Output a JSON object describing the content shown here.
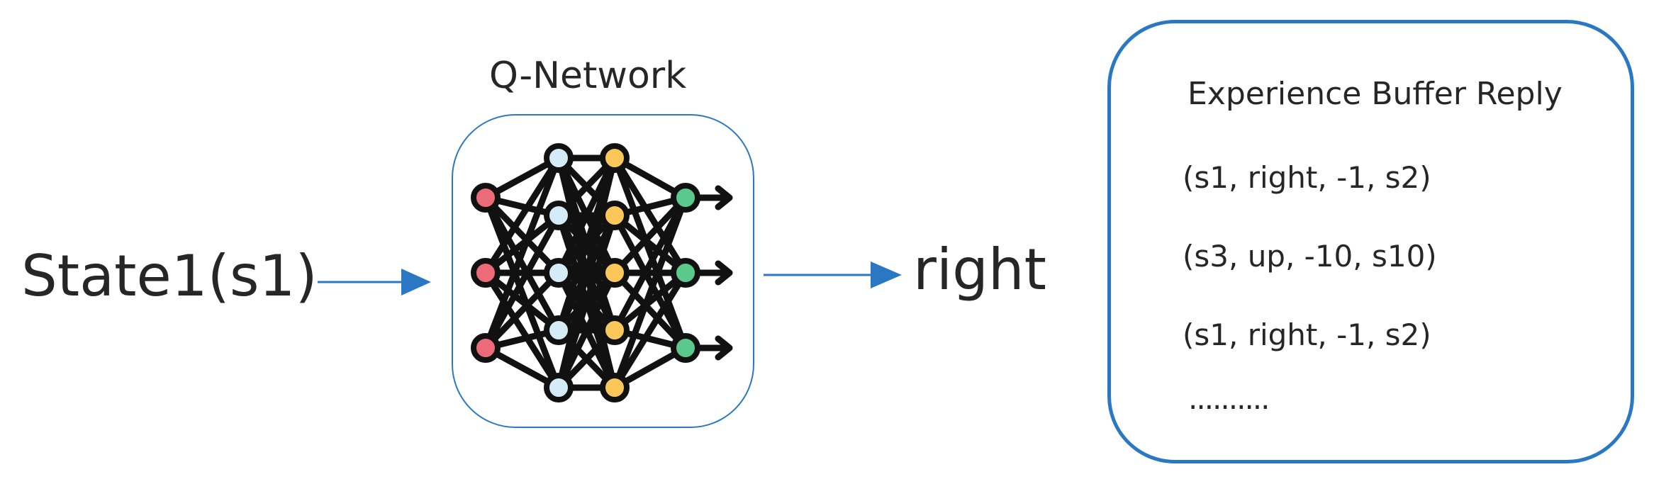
{
  "input": {
    "label": "State1(s1)"
  },
  "network": {
    "title": "Q-Network",
    "icon": "neural-network-icon",
    "layers": [
      {
        "nodes": 3,
        "color": "#ec6b78"
      },
      {
        "nodes": 5,
        "color": "#d4ecf7"
      },
      {
        "nodes": 5,
        "color": "#fbc75a"
      },
      {
        "nodes": 3,
        "color": "#5cc98c"
      }
    ]
  },
  "output": {
    "label": "right"
  },
  "buffer": {
    "title": "Experience Buffer Reply",
    "entries": [
      "(s1, right, -1, s2)",
      "(s3, up, -10, s10)",
      "(s1, right, -1, s2)"
    ],
    "ellipsis": ".........."
  },
  "colors": {
    "accent": "#2a78c4",
    "text": "#262626"
  }
}
